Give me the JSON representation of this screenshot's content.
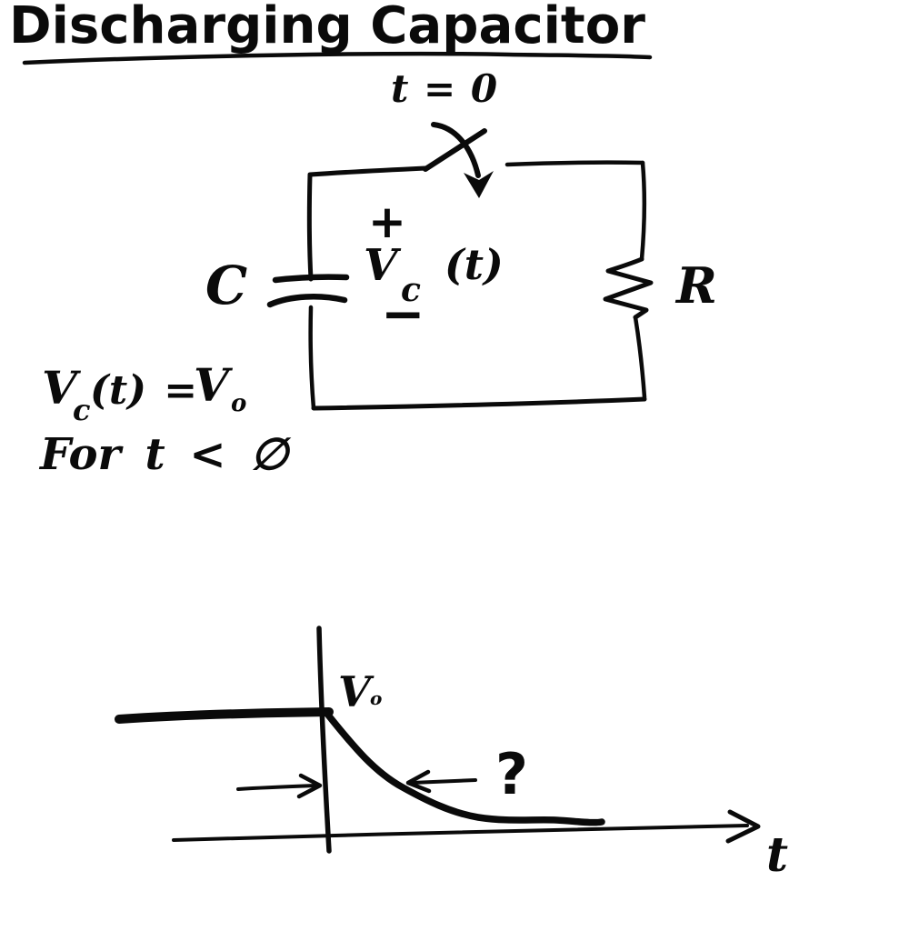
{
  "page": {
    "background": "#ffffff",
    "ink": "#0a0a0a"
  },
  "title": "Discharging Capacitor",
  "switch": {
    "time_label": "t = 0"
  },
  "circuit": {
    "capacitor_label": "C",
    "resistor_label": "R",
    "plus_sign": "+",
    "minus_sign": "−",
    "voltage": {
      "symbol": "V",
      "subscript": "c",
      "argument": "(t)"
    }
  },
  "equations": {
    "line1": {
      "symbol": "V",
      "subscript": "c",
      "middle": "(t) =",
      "v0_symbol": "V",
      "v0_subscript": "o"
    },
    "line2": "For  t < ∅"
  },
  "graph": {
    "v0": {
      "symbol": "V",
      "subscript": "o"
    },
    "question_mark": "?",
    "x_axis_label": "t"
  }
}
